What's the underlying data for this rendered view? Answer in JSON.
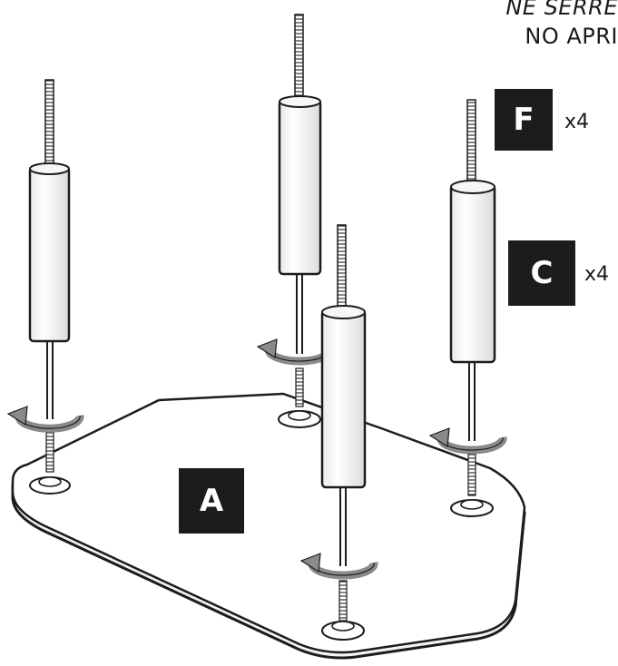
{
  "captions": {
    "line1": "NE SERRE",
    "line2": "NO APRI"
  },
  "labels": {
    "a": "A",
    "c": "C",
    "f": "F"
  },
  "quantities": {
    "c": "x4",
    "f": "x4"
  },
  "colors": {
    "ink": "#1c1c1c",
    "plate": "#f4f4f4",
    "arrow": "#8a8a8a",
    "label_bg": "#1c1c1c",
    "label_text": "#ffffff"
  }
}
